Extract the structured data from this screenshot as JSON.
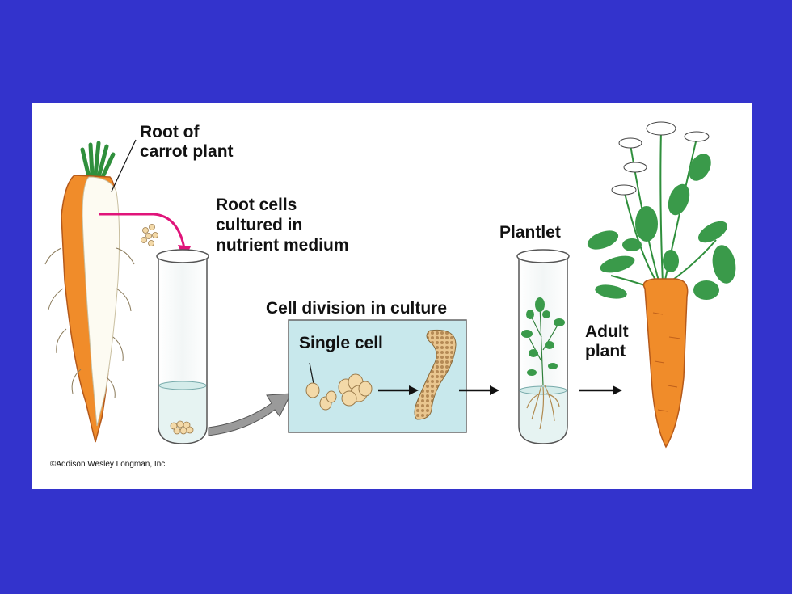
{
  "labels": {
    "root_of_carrot": [
      "Root of",
      "carrot plant"
    ],
    "root_cells": [
      "Root cells",
      "cultured in",
      "nutrient medium"
    ],
    "cell_division": "Cell division in culture",
    "single_cell": "Single cell",
    "plantlet": "Plantlet",
    "adult_plant": [
      "Adult",
      "plant"
    ]
  },
  "copyright": "©Addison Wesley Longman, Inc.",
  "colors": {
    "background": "#3333cc",
    "panel": "#ffffff",
    "carrot": "#f08c2a",
    "carrot_dark": "#c0601a",
    "leaf": "#3a9a4a",
    "culture_box": "#c8e8ec",
    "pointer_arrow": "#e0147a",
    "cell": "#f3d9a8"
  }
}
